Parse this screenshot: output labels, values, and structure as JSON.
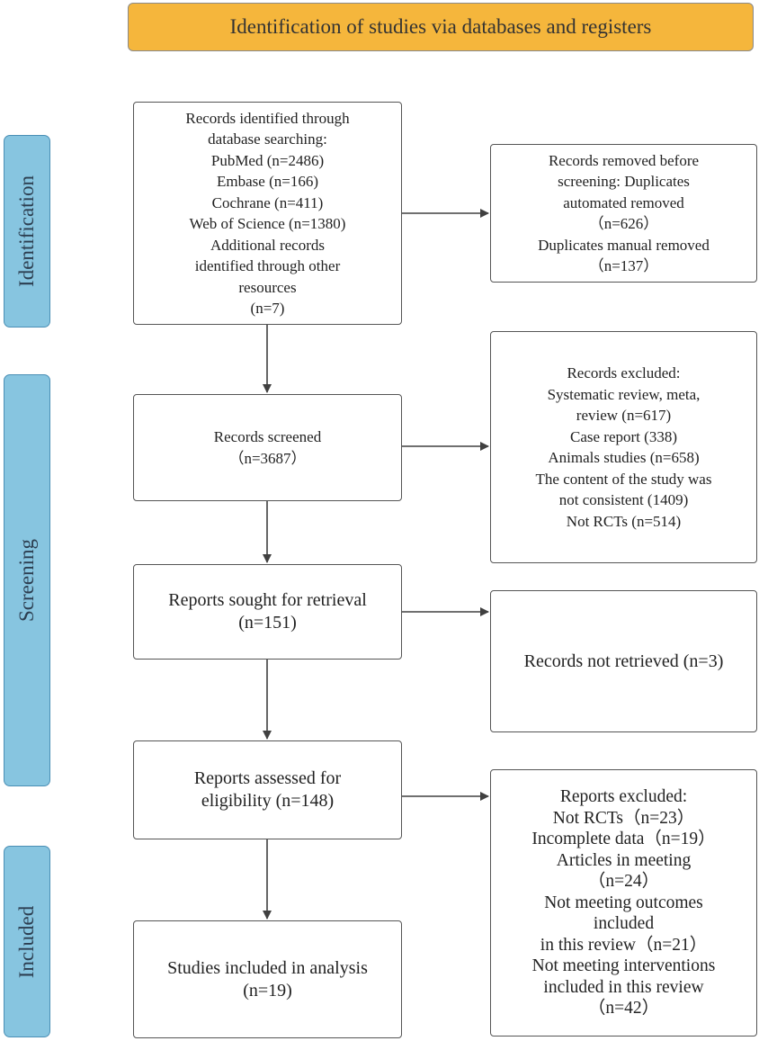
{
  "header": {
    "title": "Identification of studies via databases and registers"
  },
  "stages": {
    "identification": "Identification",
    "screening": "Screening",
    "included": "Included"
  },
  "boxes": {
    "records_identified": [
      "Records identified through",
      "database searching:",
      "PubMed (n=2486)",
      "Embase (n=166)",
      "Cochrane (n=411)",
      "Web of Science (n=1380)",
      "Additional records",
      "identified through other",
      "resources",
      "(n=7)"
    ],
    "records_removed": [
      "Records removed before",
      "screening: Duplicates",
      "automated removed",
      "（n=626）",
      "Duplicates manual removed",
      "（n=137）"
    ],
    "records_screened": [
      "Records screened",
      "（n=3687）"
    ],
    "records_excluded": [
      "Records excluded:",
      "Systematic review, meta,",
      "review (n=617)",
      "Case report (338)",
      "Animals studies (n=658)",
      "The content of the study was",
      "not consistent (1409)",
      "Not RCTs (n=514)"
    ],
    "reports_sought": [
      "Reports sought for retrieval",
      "(n=151)"
    ],
    "records_not_retrieved": [
      "Records not retrieved (n=3)"
    ],
    "reports_assessed": [
      "Reports assessed for",
      "eligibility (n=148)"
    ],
    "reports_excluded": [
      "Reports excluded:",
      "Not RCTs（n=23）",
      "Incomplete data（n=19）",
      "Articles in meeting",
      "（n=24）",
      "Not meeting outcomes",
      "included",
      "in this review（n=21）",
      "Not meeting interventions",
      "included in this review",
      "（n=42）"
    ],
    "studies_included": [
      "Studies included in analysis",
      "(n=19)"
    ]
  },
  "colors": {
    "header_fill": "#f5b63c",
    "stage_fill": "#87c5e0",
    "box_border": "#555555",
    "arrow": "#404040"
  }
}
